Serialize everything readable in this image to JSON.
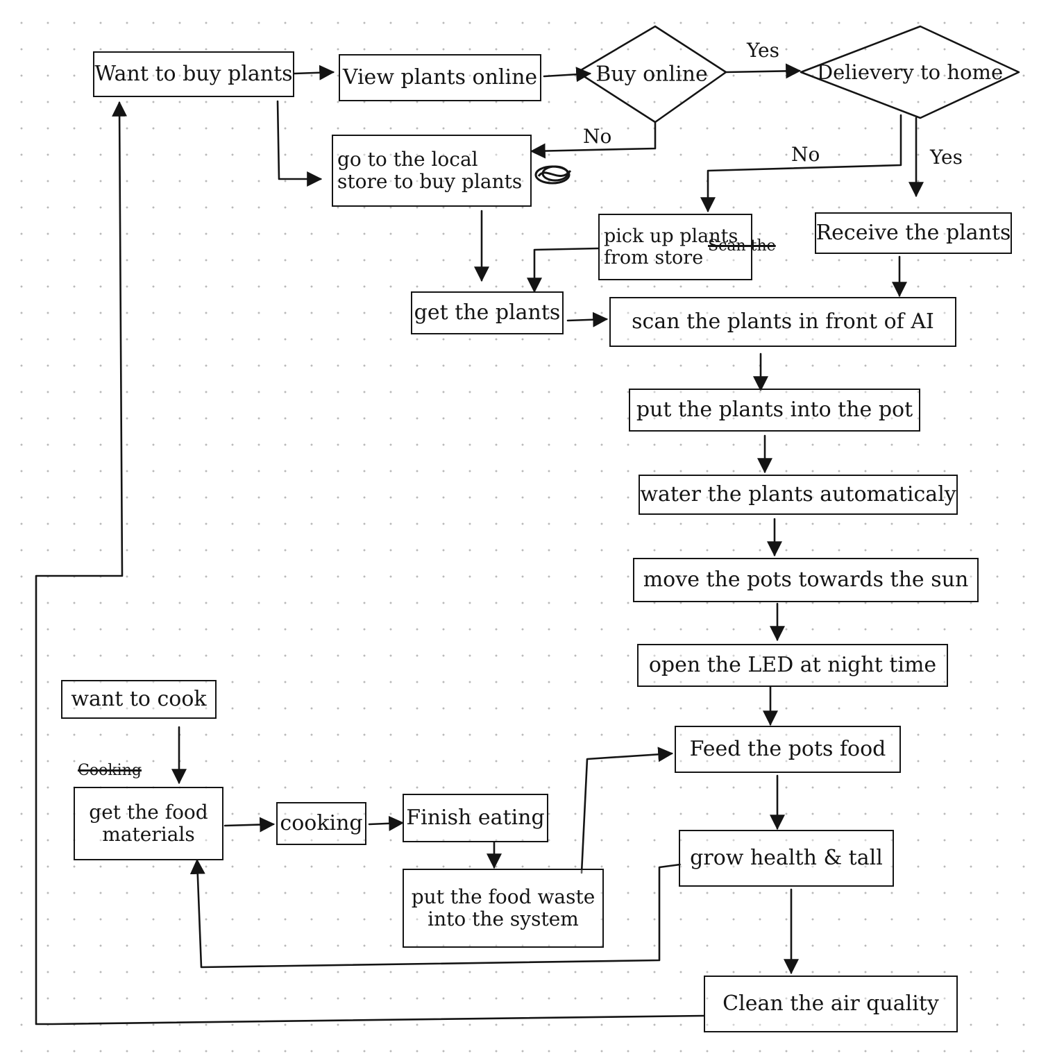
{
  "nodes": {
    "want_buy_plants": "Want to buy plants",
    "view_plants_online": "View plants online",
    "buy_online": "Buy online",
    "delivery_to_home": "Delievery to home",
    "go_local_store": "go to the local store to buy plants",
    "pick_up_plants": "pick up plants from store",
    "receive_plants": "Receive the plants",
    "get_plants": "get the plants",
    "scan_plants": "scan the plants in front of AI",
    "put_plants_pot": "put the plants into the pot",
    "water_plants": "water the plants automaticaly",
    "move_pots": "move the pots towards the sun",
    "open_led": "open the LED at night time",
    "feed_pots": "Feed the pots food",
    "grow_health": "grow health & tall",
    "clean_air": "Clean the air quality",
    "want_to_cook": "want to cook",
    "get_food_materials": "get the food materials",
    "cooking": "cooking",
    "finish_eating": "Finish eating",
    "put_food_waste": "put the food waste into the system"
  },
  "edge_labels": {
    "buy_online_yes": "Yes",
    "buy_online_no": "No",
    "delivery_no": "No",
    "delivery_yes": "Yes"
  },
  "crossed_out": {
    "scan_the": "Scan the",
    "cooking": "Cooking"
  },
  "colors": {
    "ink": "#141414",
    "dot_grid": "#b9b9b9",
    "paper": "#ffffff"
  }
}
